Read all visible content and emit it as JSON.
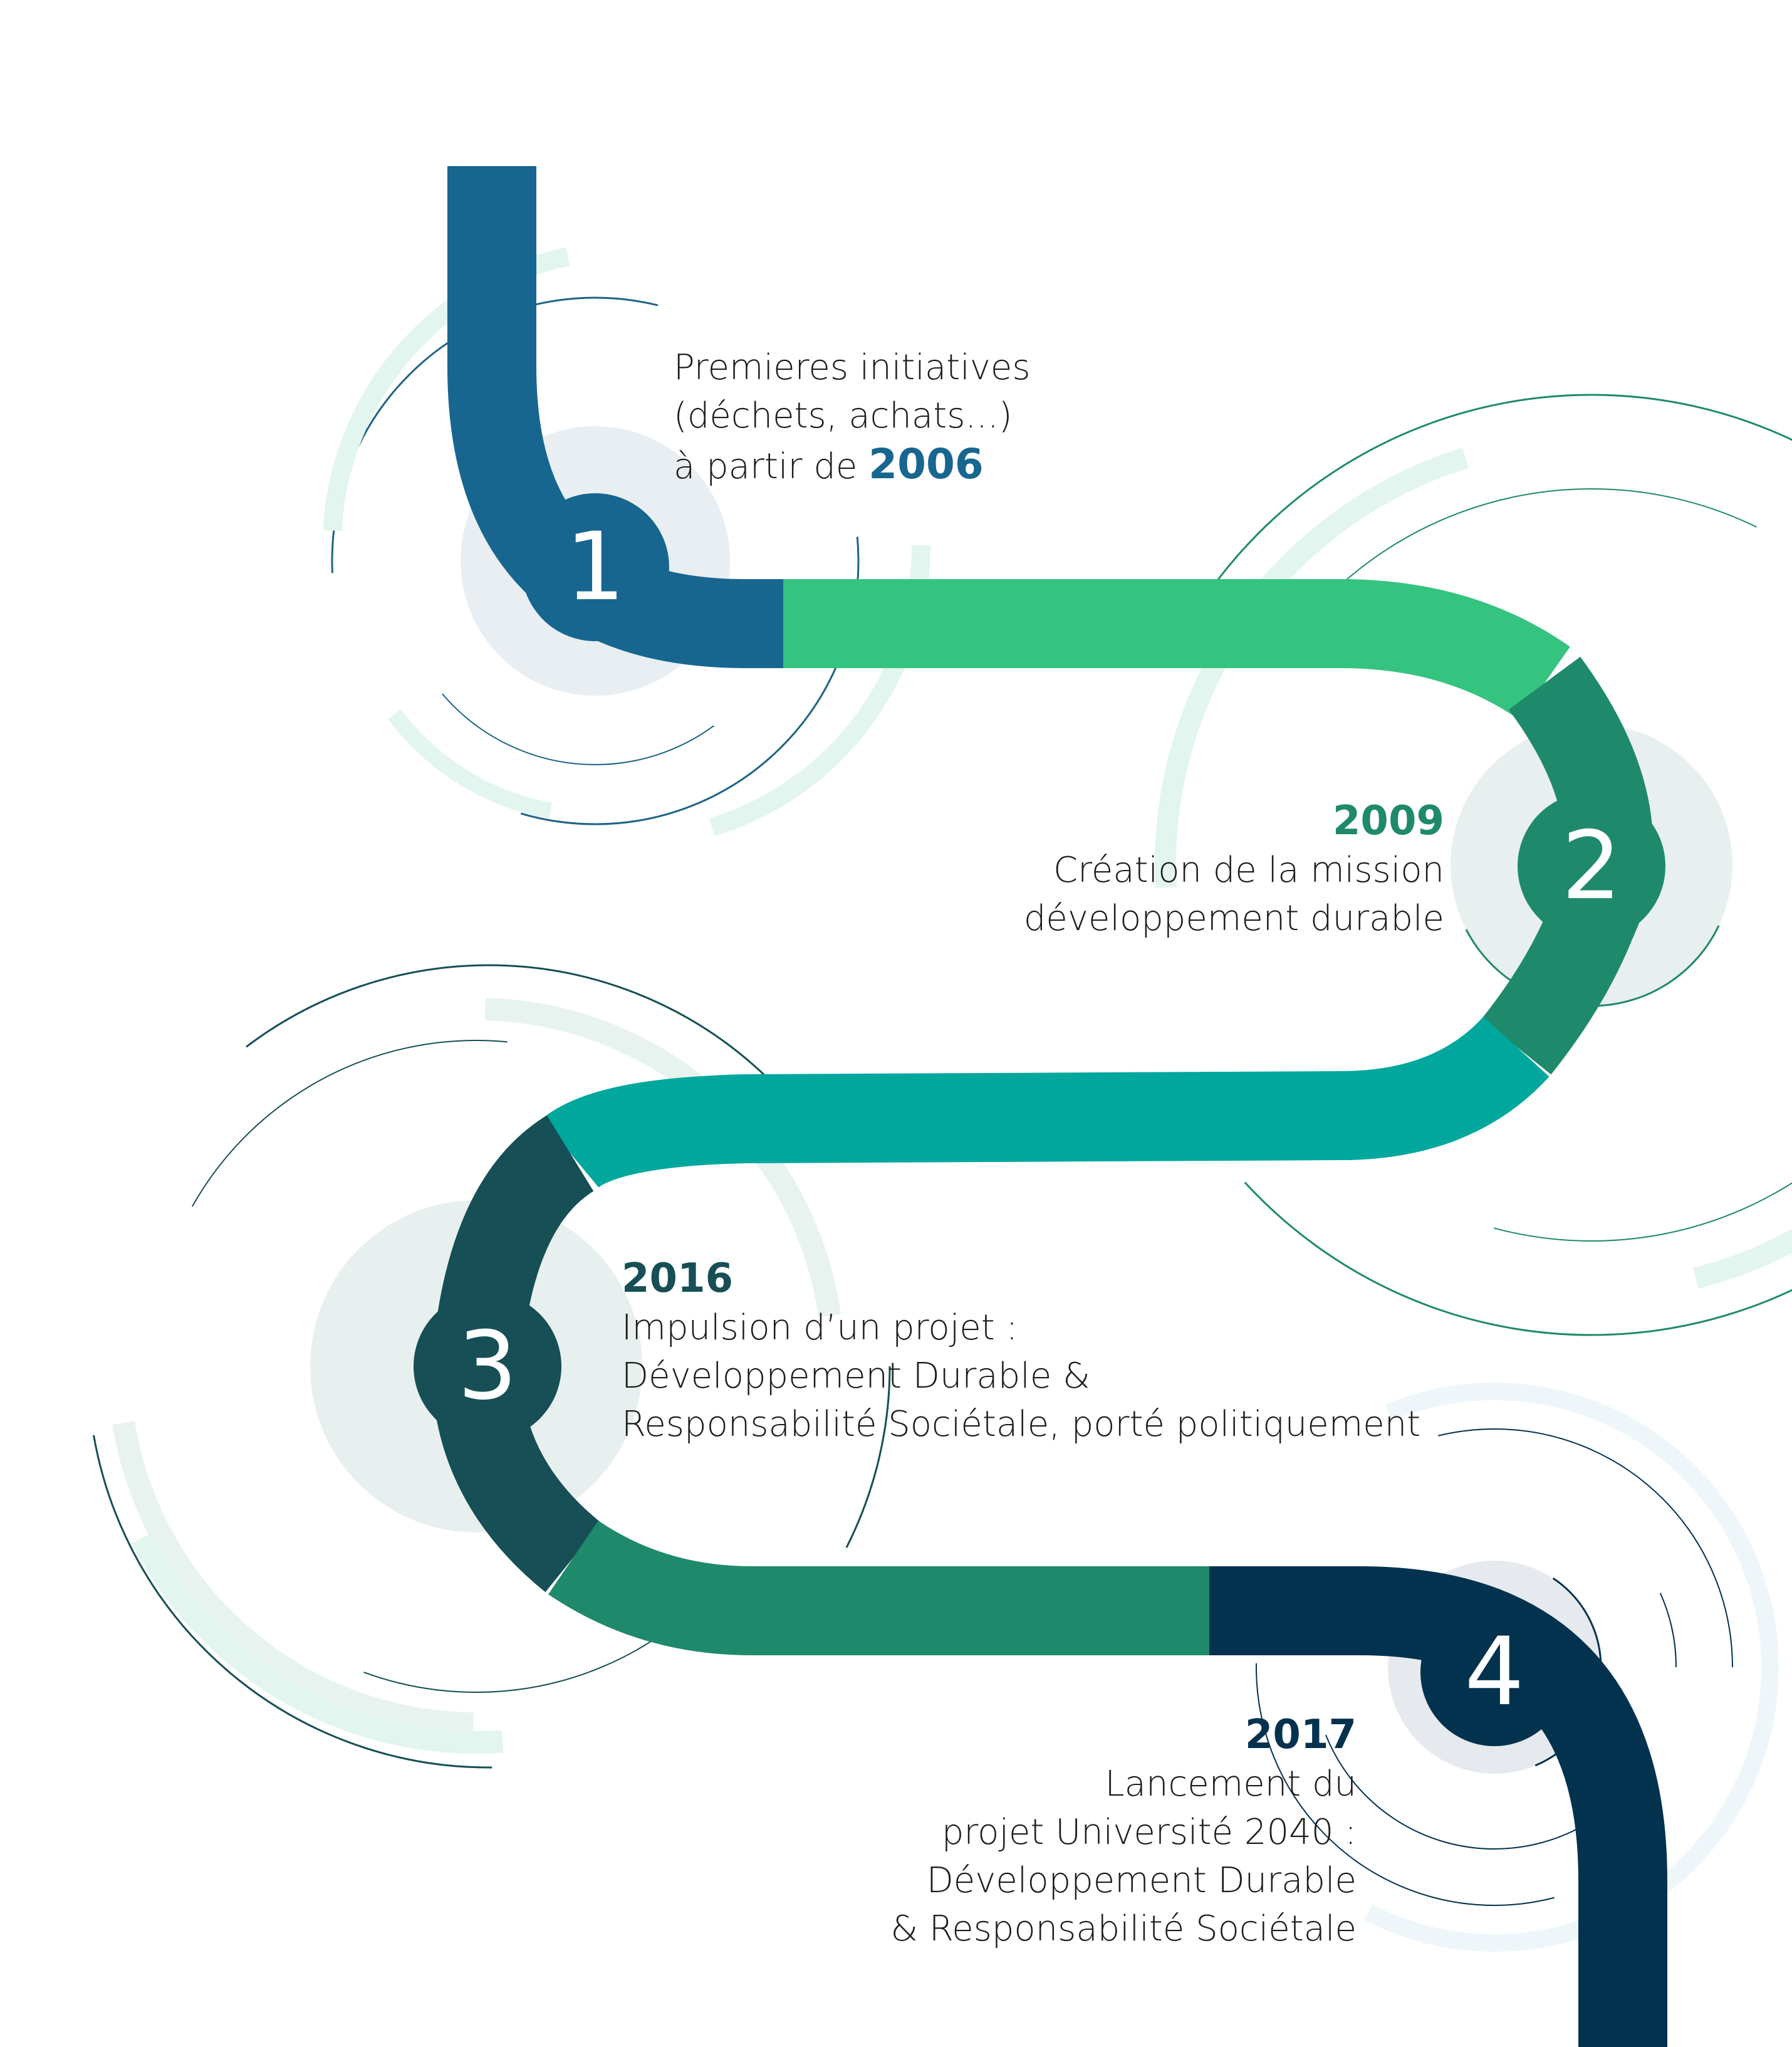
{
  "steps": [
    {
      "number": "1",
      "lines": [
        "Premieres initiatives",
        "(déchets, achats...)",
        "à partir de"
      ],
      "year": "2006",
      "color": "#17668f"
    },
    {
      "number": "2",
      "year": "2009",
      "lines": [
        "Création de la mission",
        "développement durable"
      ],
      "color": "#1f8a6b"
    },
    {
      "number": "3",
      "year": "2016",
      "lines": [
        "Impulsion d’un projet :",
        "Développement Durable &",
        "Responsabilité Sociétale, porté politiquement"
      ],
      "color": "#164f55"
    },
    {
      "number": "4",
      "year": "2017",
      "lines": [
        "Lancement du",
        "projet Université 2040 :",
        "Développement Durable",
        "& Responsabilité Sociétale"
      ],
      "color": "#03324f"
    }
  ],
  "colors": {
    "segment_green": "#35c380",
    "segment_teal": "#00a79d",
    "decor_light": "#e8efef",
    "decor_mint": "#e2f5ef",
    "decor_line": "#1d6386"
  }
}
